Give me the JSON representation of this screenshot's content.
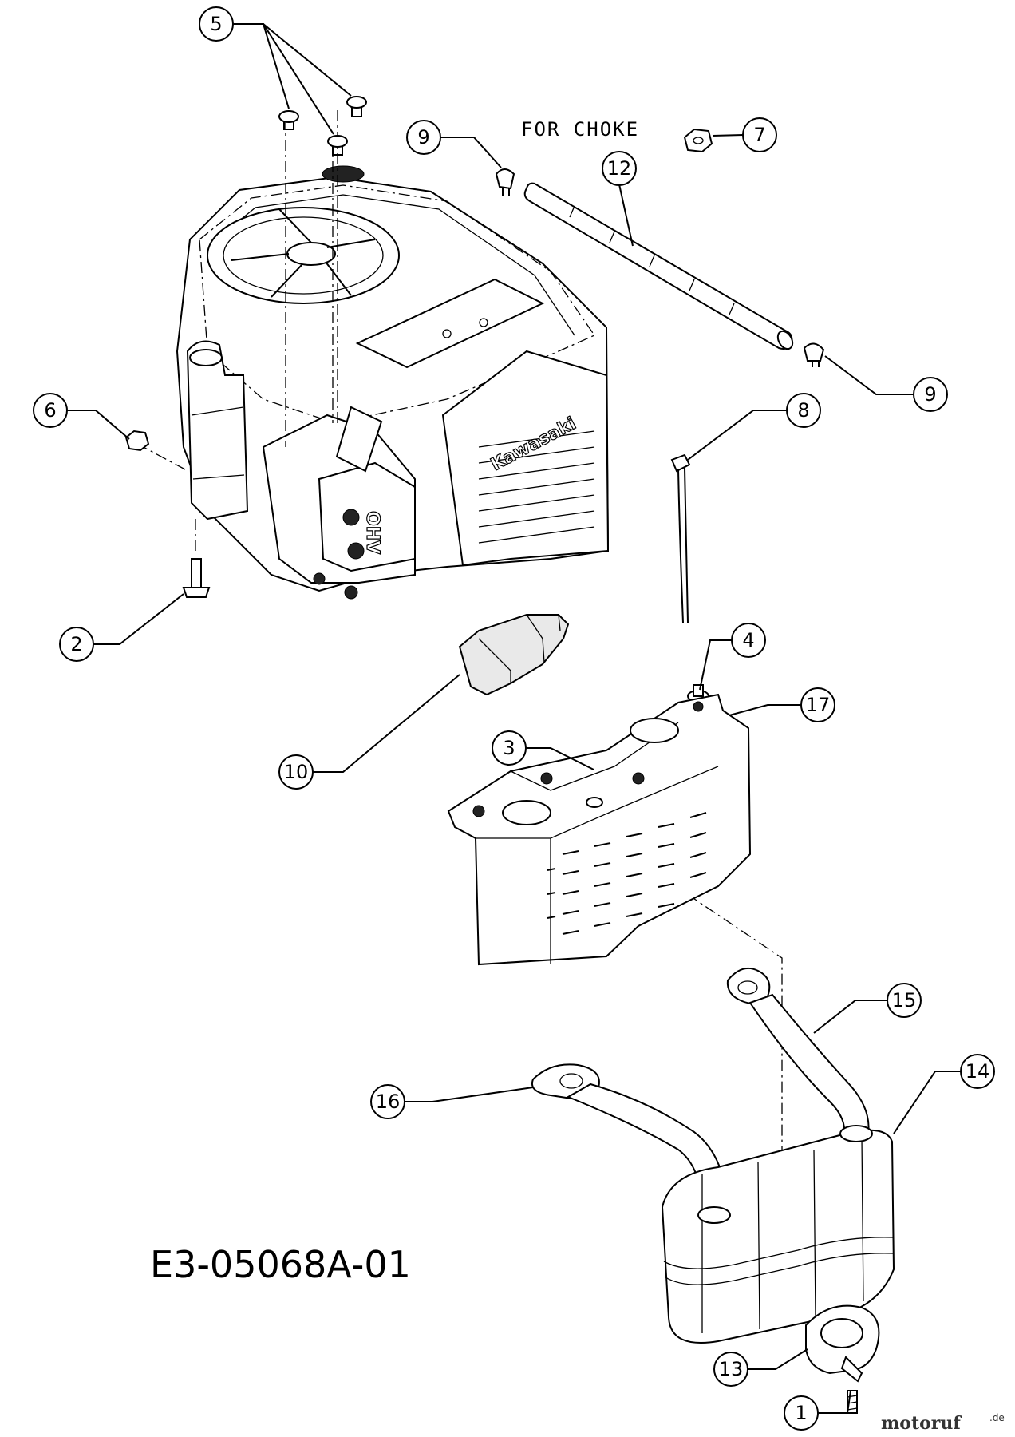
{
  "diagram": {
    "note": "FOR CHOKE",
    "drawing_code": "E3-05068A-01",
    "engine_brand_marking": "Kawasaki",
    "engine_label": "OHV",
    "watermark": {
      "brand": "motoruf",
      "suffix": ".de"
    },
    "callouts": [
      {
        "id": "c5",
        "number": "5"
      },
      {
        "id": "c9a",
        "number": "9"
      },
      {
        "id": "c7",
        "number": "7"
      },
      {
        "id": "c12",
        "number": "12"
      },
      {
        "id": "c9b",
        "number": "9"
      },
      {
        "id": "c6",
        "number": "6"
      },
      {
        "id": "c8",
        "number": "8"
      },
      {
        "id": "c2",
        "number": "2"
      },
      {
        "id": "c4",
        "number": "4"
      },
      {
        "id": "c17",
        "number": "17"
      },
      {
        "id": "c3",
        "number": "3"
      },
      {
        "id": "c10",
        "number": "10"
      },
      {
        "id": "c15",
        "number": "15"
      },
      {
        "id": "c14",
        "number": "14"
      },
      {
        "id": "c16",
        "number": "16"
      },
      {
        "id": "c13",
        "number": "13"
      },
      {
        "id": "c1",
        "number": "1"
      }
    ]
  }
}
